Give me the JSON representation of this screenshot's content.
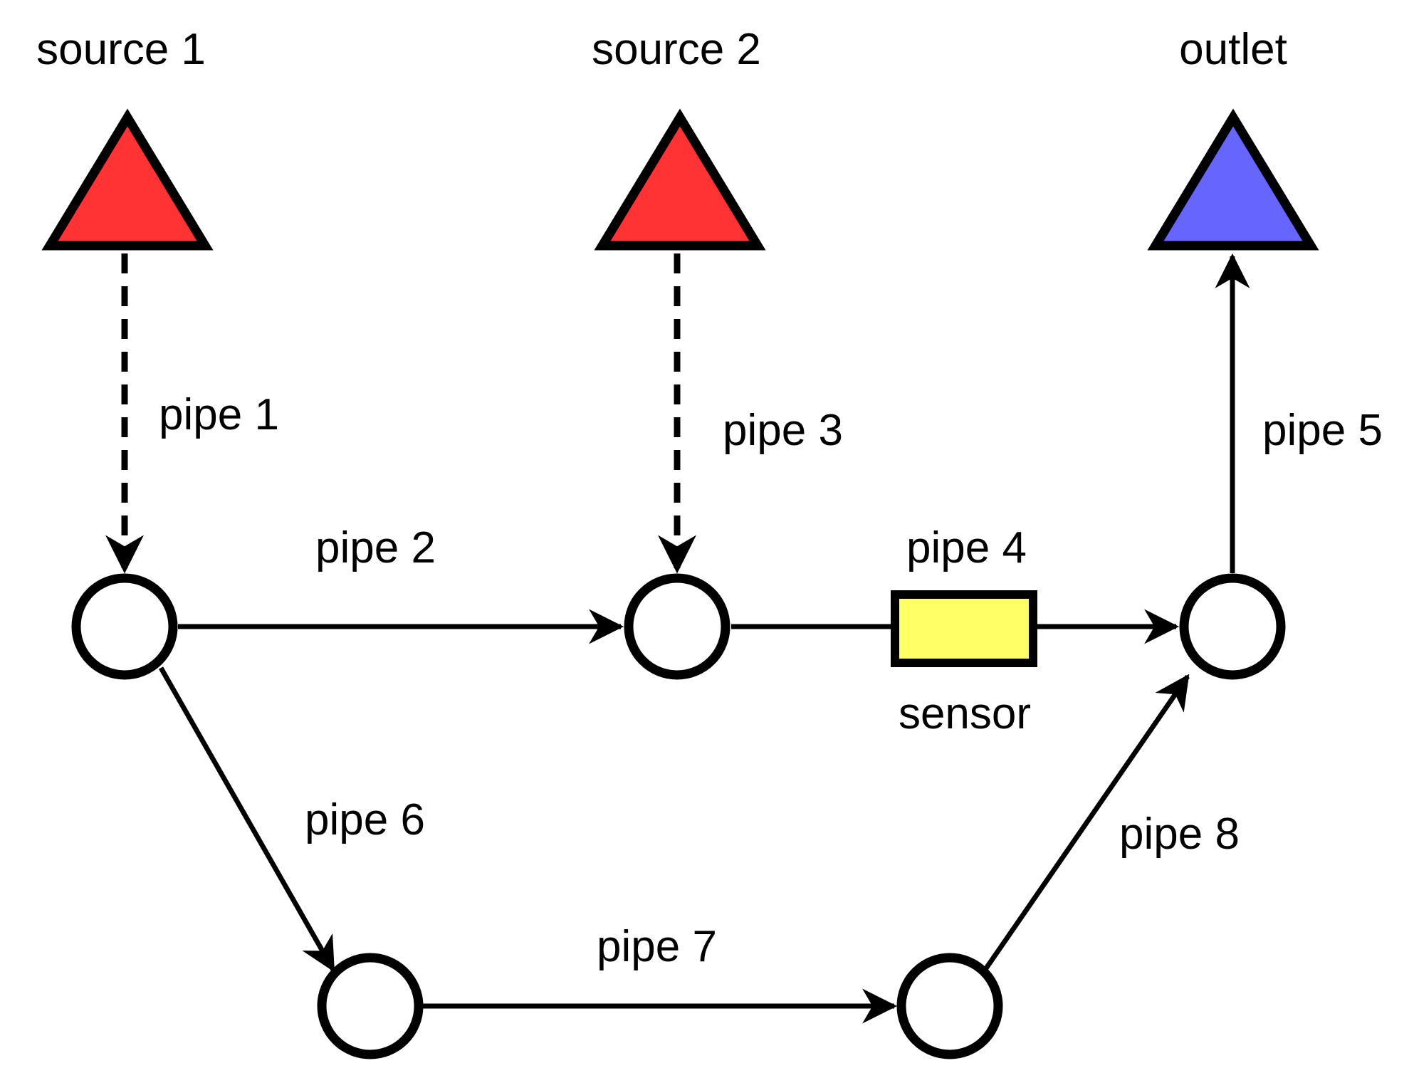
{
  "sources": [
    {
      "label": "source 1",
      "color": "#ff3333"
    },
    {
      "label": "source 2",
      "color": "#ff3333"
    }
  ],
  "outlet": {
    "label": "outlet",
    "color": "#6666ff"
  },
  "sensor": {
    "label": "sensor",
    "color": "#ffff66"
  },
  "pipes": [
    {
      "label": "pipe 1",
      "style": "dashed"
    },
    {
      "label": "pipe 2",
      "style": "solid"
    },
    {
      "label": "pipe 3",
      "style": "dashed"
    },
    {
      "label": "pipe 4",
      "style": "solid"
    },
    {
      "label": "pipe 5",
      "style": "solid"
    },
    {
      "label": "pipe 6",
      "style": "solid"
    },
    {
      "label": "pipe 7",
      "style": "solid"
    },
    {
      "label": "pipe 8",
      "style": "solid"
    }
  ]
}
